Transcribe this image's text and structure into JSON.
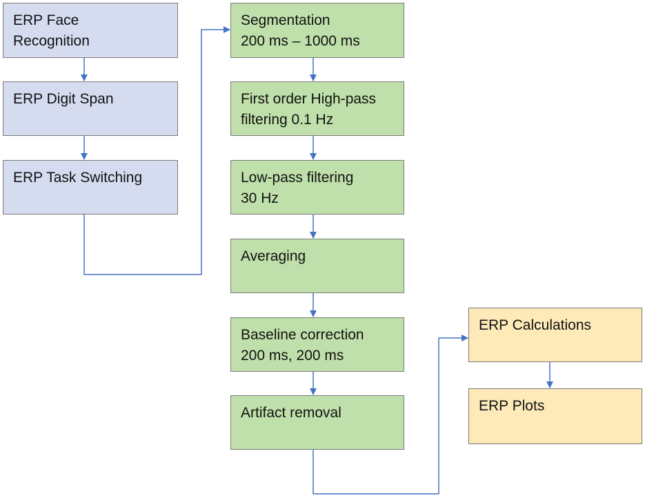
{
  "inputs": [
    {
      "line1": "ERP Face",
      "line2": "Recognition"
    },
    {
      "line1": "ERP Digit Span",
      "line2": ""
    },
    {
      "line1": "ERP Task Switching",
      "line2": ""
    }
  ],
  "processing": [
    {
      "line1": "Segmentation",
      "line2": "200 ms – 1000 ms"
    },
    {
      "line1": "First order High-pass",
      "line2": "filtering 0.1 Hz"
    },
    {
      "line1": "Low-pass filtering",
      "line2": "30 Hz"
    },
    {
      "line1": "Averaging",
      "line2": ""
    },
    {
      "line1": "Baseline correction",
      "line2": "200 ms, 200 ms"
    },
    {
      "line1": "Artifact removal",
      "line2": ""
    }
  ],
  "outputs": [
    {
      "line1": "ERP Calculations",
      "line2": ""
    },
    {
      "line1": "ERP Plots",
      "line2": ""
    }
  ],
  "colors": {
    "input_fill": "#d6dcf0",
    "processing_fill": "#bfe0aa",
    "output_fill": "#fdeab8",
    "box_border": "#7a7a7a",
    "connector": "#4472c4"
  }
}
